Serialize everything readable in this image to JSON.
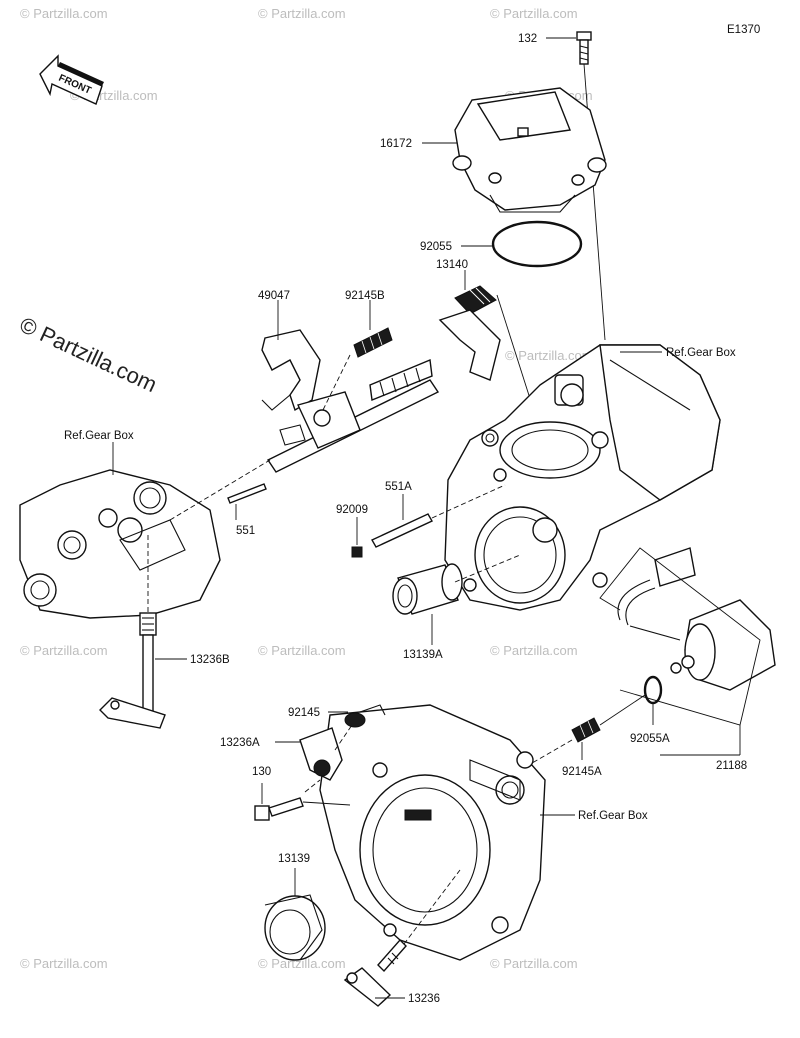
{
  "diagram_code": "E1370",
  "front_arrow": {
    "label": "FRONT",
    "icon": "front-arrow-icon"
  },
  "watermarks": {
    "small": "© Partzilla.com",
    "large": "© Partzilla.com"
  },
  "labels": {
    "p132": "132",
    "p16172": "16172",
    "p92055": "92055",
    "p13140": "13140",
    "p49047": "49047",
    "p92145B": "92145B",
    "ref_gear_box_right_top": "Ref.Gear Box",
    "ref_gear_box_left": "Ref.Gear Box",
    "p551": "551",
    "p551A": "551A",
    "p92009": "92009",
    "p13139A": "13139A",
    "p13236B": "13236B",
    "p92145": "92145",
    "p13236A": "13236A",
    "p130": "130",
    "p92145A": "92145A",
    "p92055A": "92055A",
    "p21188": "21188",
    "ref_gear_box_right_bottom": "Ref.Gear Box",
    "p13139": "13139",
    "p13236": "13236"
  }
}
